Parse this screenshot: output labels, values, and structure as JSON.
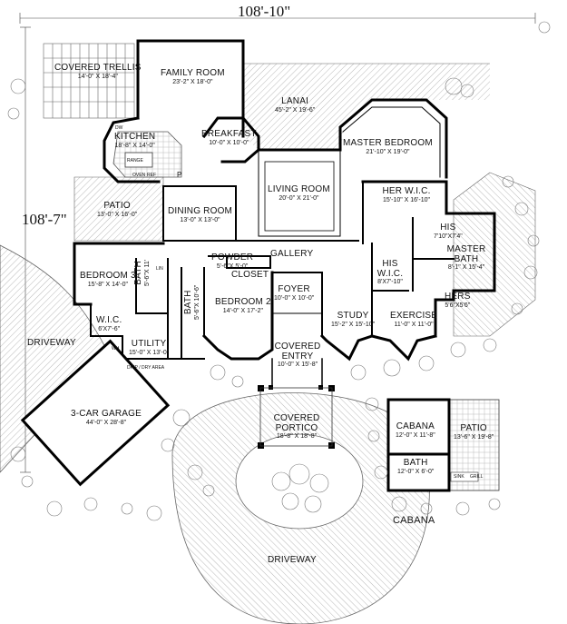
{
  "dimensions": {
    "width_overall": "108'-10\"",
    "depth_overall": "108'-7\""
  },
  "rooms": {
    "family_room": {
      "name": "FAMILY ROOM",
      "dims": "23'-2\" X 18'-0\""
    },
    "covered_trellis": {
      "name": "COVERED TRELLIS",
      "dims": "14'-0\" X 18'-4\""
    },
    "lanai": {
      "name": "LANAI",
      "dims": "45'-2\" X 19'-6\""
    },
    "kitchen": {
      "name": "KITCHEN",
      "dims": "18'-8\" X 14'-0\""
    },
    "breakfast": {
      "name": "BREAKFAST",
      "dims": "10'-0\" X 10'-0\""
    },
    "master_bedroom": {
      "name": "MASTER BEDROOM",
      "dims": "21'-10\" X 19'-0\""
    },
    "living_room": {
      "name": "LIVING ROOM",
      "dims": "20'-0\" X 21'-0\""
    },
    "patio_west": {
      "name": "PATIO",
      "dims": "13'-0\" X 16'-0\""
    },
    "dining_room": {
      "name": "DINING ROOM",
      "dims": "13'-0\" X 13'-0\""
    },
    "her_wic": {
      "name": "HER W.I.C.",
      "dims": "15'-10\" X 16'-10\""
    },
    "his": {
      "name": "HIS",
      "dims": "7'10\"X7'4\""
    },
    "master_bath": {
      "name": "MASTER BATH",
      "dims": "8'-1\" X 15'-4\""
    },
    "his_wic": {
      "name": "HIS W.I.C.",
      "dims": "8'X7'-10\""
    },
    "hers": {
      "name": "HERS",
      "dims": "5'6\"X5'6\""
    },
    "gallery": {
      "name": "GALLERY"
    },
    "powder": {
      "name": "POWDER",
      "dims": "5'-6\"X 5'-0\""
    },
    "closet": {
      "name": "CLOSET"
    },
    "bedroom3": {
      "name": "BEDROOM 3",
      "dims": "15'-8\" X 14'-0\""
    },
    "bath3": {
      "name": "BATH",
      "dims": "5'-6\"X 11'"
    },
    "bath2": {
      "name": "BATH",
      "dims": "5'-6\"X 10'-6\""
    },
    "bedroom2": {
      "name": "BEDROOM 2",
      "dims": "14'-0\" X 17'-2\""
    },
    "foyer": {
      "name": "FOYER",
      "dims": "10'-0\" X 10'-0\""
    },
    "study": {
      "name": "STUDY",
      "dims": "15'-2\" X 15'-10\""
    },
    "exercise": {
      "name": "EXERCISE",
      "dims": "11'-0\" X 11'-0\""
    },
    "wic": {
      "name": "W.I.C.",
      "dims": "6'X7'-6\""
    },
    "utility": {
      "name": "UTILITY",
      "dims": "15'-0\" X 13'-0\""
    },
    "covered_entry": {
      "name": "COVERED ENTRY",
      "dims": "10'-0\" X 15'-8\""
    },
    "garage": {
      "name": "3-CAR GARAGE",
      "dims": "44'-0\" X 28'-8\""
    },
    "driveway_west": {
      "name": "DRIVEWAY"
    },
    "covered_portico": {
      "name": "COVERED PORTICO",
      "dims": "18'-8\" X 18'-8\""
    },
    "driveway_south": {
      "name": "DRIVEWAY"
    },
    "cabana": {
      "name": "CABANA",
      "dims": "12'-0\" X 11'-8\""
    },
    "patio_east": {
      "name": "PATIO",
      "dims": "13'-6\" X 19'-8\""
    },
    "cabana_bath": {
      "name": "BATH",
      "dims": "12'-0\" X 6'-0\""
    },
    "cabana_title": {
      "name": "CABANA"
    }
  },
  "fixture_labels": {
    "dw": "DW",
    "oven": "OVEN",
    "ref": "REF",
    "range": "RANGE",
    "p": "P",
    "lin": "LIN",
    "wh": "WH",
    "drip": "DRIP / DRY AREA",
    "sink": "SINK",
    "grill": "GRILL"
  }
}
